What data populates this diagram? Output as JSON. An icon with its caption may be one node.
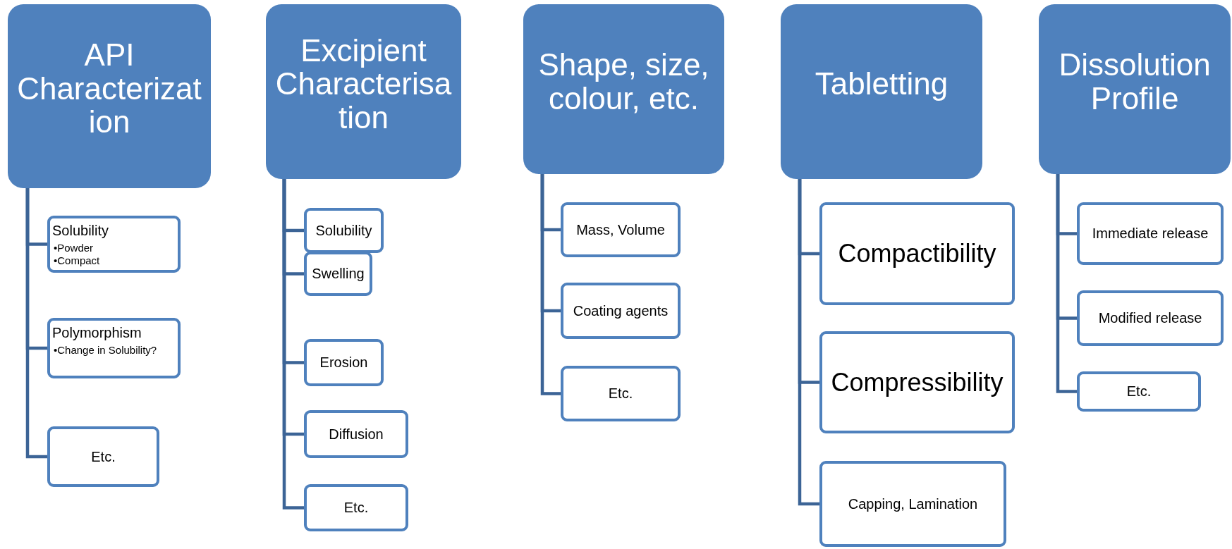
{
  "diagram": {
    "nodes": [
      {
        "text": [
          "API Characterization"
        ]
      },
      {
        "text": [
          "Solubility",
          "•Powder",
          "•Compact"
        ]
      },
      {
        "text": [
          "Polymorphism",
          "•Change in Solubility?"
        ]
      },
      {
        "text": [
          "Etc."
        ]
      },
      {
        "text": [
          "Excipient Characterisation"
        ]
      },
      {
        "text": [
          "Solubility"
        ]
      },
      {
        "text": [
          "Swelling"
        ]
      },
      {
        "text": [
          "Erosion"
        ]
      },
      {
        "text": [
          "Diffusion"
        ]
      },
      {
        "text": [
          "Etc."
        ]
      },
      {
        "text": [
          "Shape, size, colour, etc."
        ]
      },
      {
        "text": [
          "Mass, Volume"
        ]
      },
      {
        "text": [
          "Coating agents"
        ]
      },
      {
        "text": [
          "Etc."
        ]
      },
      {
        "text": [
          "Tabletting"
        ]
      },
      {
        "text": [
          "Compactibility"
        ]
      },
      {
        "text": [
          "Compressibility"
        ]
      },
      {
        "text": [
          "Capping, Lamination"
        ]
      },
      {
        "text": [
          "Dissolution Profile"
        ]
      },
      {
        "text": [
          "Immediate release"
        ]
      },
      {
        "text": [
          "Modified release"
        ]
      },
      {
        "text": [
          "Etc."
        ]
      }
    ],
    "edges": [
      {
        "from": 0,
        "to": 1,
        "arrow": "none"
      },
      {
        "from": 0,
        "to": 2,
        "arrow": "none"
      },
      {
        "from": 0,
        "to": 3,
        "arrow": "none"
      },
      {
        "from": 4,
        "to": 5,
        "arrow": "none"
      },
      {
        "from": 4,
        "to": 6,
        "arrow": "none"
      },
      {
        "from": 4,
        "to": 7,
        "arrow": "none"
      },
      {
        "from": 4,
        "to": 8,
        "arrow": "none"
      },
      {
        "from": 4,
        "to": 9,
        "arrow": "none"
      },
      {
        "from": 10,
        "to": 11,
        "arrow": "none"
      },
      {
        "from": 10,
        "to": 12,
        "arrow": "none"
      },
      {
        "from": 10,
        "to": 13,
        "arrow": "none"
      },
      {
        "from": 14,
        "to": 15,
        "arrow": "none"
      },
      {
        "from": 14,
        "to": 16,
        "arrow": "none"
      },
      {
        "from": 14,
        "to": 17,
        "arrow": "none"
      },
      {
        "from": 18,
        "to": 19,
        "arrow": "none"
      },
      {
        "from": 18,
        "to": 20,
        "arrow": "none"
      },
      {
        "from": 18,
        "to": 21,
        "arrow": "none"
      }
    ]
  }
}
